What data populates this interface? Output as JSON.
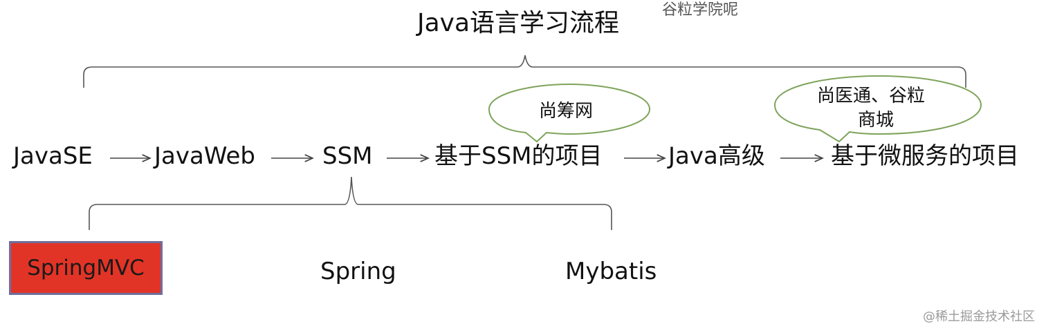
{
  "title": "Java语言学习流程",
  "watermark_top": "谷粒学院呢",
  "flow": [
    {
      "label": "JavaSE"
    },
    {
      "label": "JavaWeb"
    },
    {
      "label": "SSM"
    },
    {
      "label": "基于SSM的项目"
    },
    {
      "label": "Java高级"
    },
    {
      "label": "基于微服务的项目"
    }
  ],
  "callouts": {
    "ssm_project": "尚筹网",
    "microservice_project_line1": "尚医通、谷粒",
    "microservice_project_line2": "商城"
  },
  "ssm_parts": {
    "springmvc": "SpringMVC",
    "spring": "Spring",
    "mybatis": "Mybatis"
  },
  "colors": {
    "highlight_box": "#e23426",
    "highlight_border": "#6e6e9e",
    "bubble_border": "#7ea35a",
    "line": "#555555"
  },
  "watermark_bottom": "@稀土掘金技术社区"
}
